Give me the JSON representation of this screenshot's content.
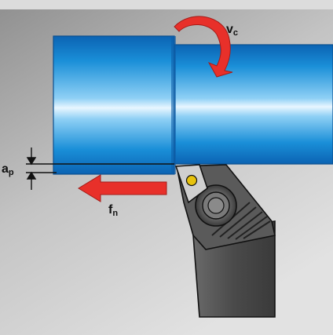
{
  "labels": {
    "ap": {
      "main": "a",
      "sub": "p"
    },
    "vc": {
      "main": "v",
      "sub": "c"
    },
    "fn": {
      "main": "f",
      "sub": "n"
    }
  },
  "colors": {
    "workpiece_blue": "#1a8fd8",
    "workpiece_highlight": "#e8f6ff",
    "workpiece_dark": "#0b63b3",
    "arrow_red": "#e8302a",
    "tool_holder": "#4e4e4e",
    "insert_gold": "#e7c20d",
    "background_top": "#9b9b9b",
    "background_bottom": "#d9d9d9"
  },
  "icons": {
    "rotation": "curved-arrow-icon",
    "feed": "left-arrow-icon",
    "depth": "dimension-arrows-icon"
  }
}
